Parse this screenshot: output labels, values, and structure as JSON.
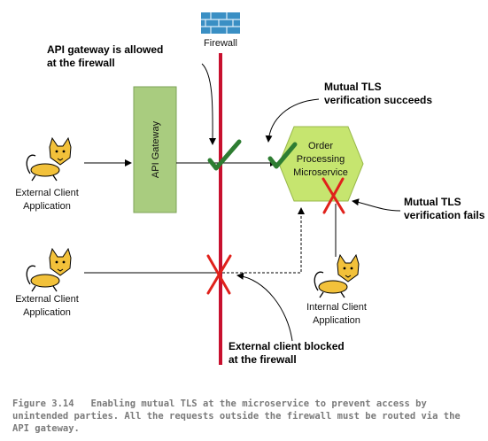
{
  "firewall": {
    "label": "Firewall"
  },
  "api_gateway": {
    "label": "API Gateway"
  },
  "service": {
    "line1": "Order",
    "line2": "Processing",
    "line3": "Microservice"
  },
  "clients": {
    "top": {
      "line1": "External Client",
      "line2": "Application"
    },
    "bottom": {
      "line1": "External Client",
      "line2": "Application"
    },
    "internal": {
      "line1": "Internal Client",
      "line2": "Application"
    }
  },
  "callouts": {
    "gateway_allowed": {
      "line1": "API gateway is allowed",
      "line2": "at the firewall"
    },
    "mtls_succeeds": {
      "line1": "Mutual TLS",
      "line2": "verification succeeds"
    },
    "mtls_fails": {
      "line1": "Mutual TLS",
      "line2": "verification fails"
    },
    "blocked": {
      "line1": "External client blocked",
      "line2": "at the firewall"
    }
  },
  "caption": {
    "figure": "Figure 3.14",
    "text": "Enabling mutual TLS at the microservice to prevent access by unintended parties. All the requests outside the firewall must be routed via the API gateway."
  },
  "colors": {
    "firewall_line": "#c8102e",
    "gateway_fill": "#a9cc7f",
    "service_fill": "#c6e56f",
    "check": "#2e7d32",
    "cross": "#e0211b",
    "firewall_icon": "#3a8fc4"
  }
}
